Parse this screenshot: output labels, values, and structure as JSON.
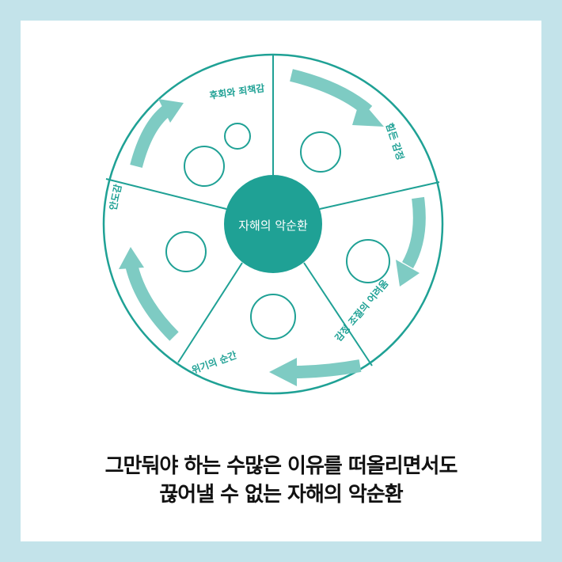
{
  "diagram": {
    "center_label": "자해의 악순환",
    "stages": [
      {
        "label": "후회와 죄책감"
      },
      {
        "label": "힘든 감정"
      },
      {
        "label": "감정 조절의 어려움"
      },
      {
        "label": "위기의 순간"
      },
      {
        "label": "안도감"
      }
    ],
    "colors": {
      "teal": "#1fa195",
      "arrow": "#7ecbc3",
      "border": "#c3e3ea"
    }
  },
  "caption": {
    "line1": "그만둬야 하는 수많은 이유를 떠올리면서도",
    "line2": "끊어낼 수 없는 자해의 악순환"
  }
}
